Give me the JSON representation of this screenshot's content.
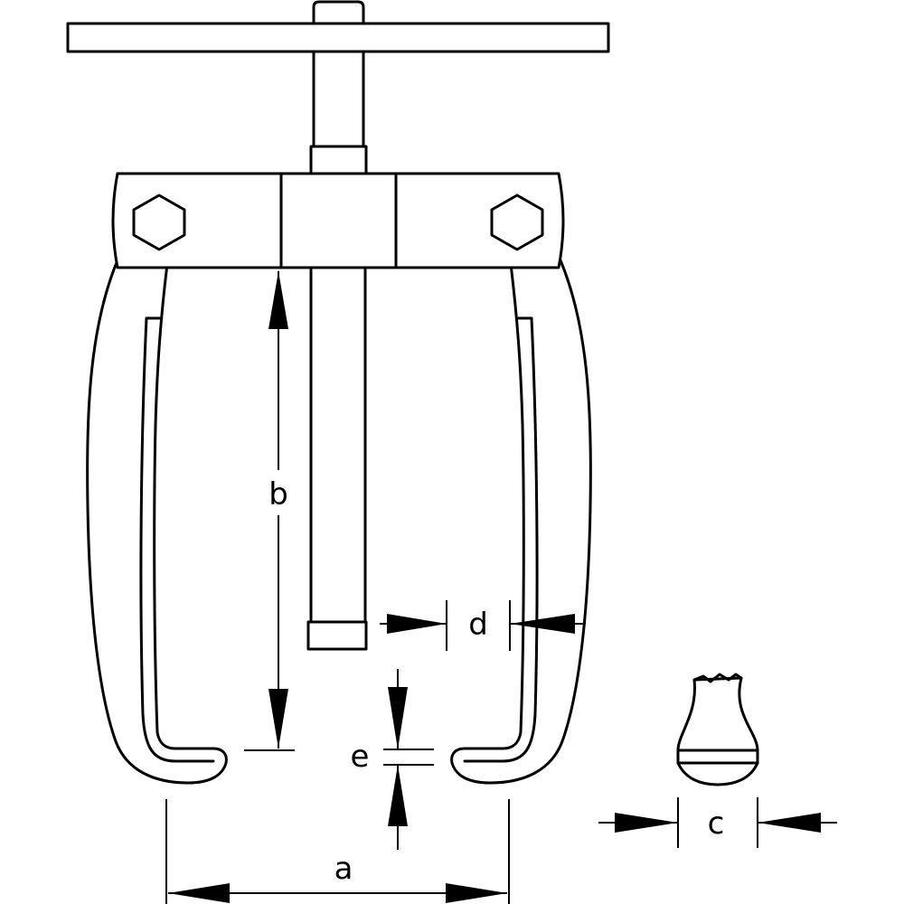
{
  "diagram": {
    "labels": {
      "a": "a",
      "b": "b",
      "c": "c",
      "d": "d",
      "e": "e"
    },
    "colors": {
      "line": "#000000",
      "background": "#ffffff"
    }
  }
}
